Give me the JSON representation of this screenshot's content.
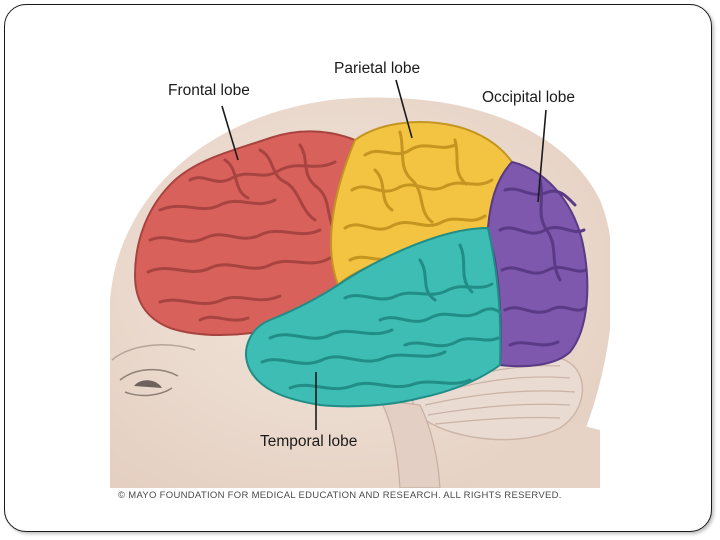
{
  "labels": {
    "frontal": "Frontal lobe",
    "parietal": "Parietal lobe",
    "occipital": "Occipital lobe",
    "temporal": "Temporal lobe"
  },
  "credit": "© MAYO FOUNDATION FOR MEDICAL EDUCATION AND RESEARCH. ALL RIGHTS RESERVED.",
  "colors": {
    "frontal": "#d9615c",
    "parietal": "#f2c441",
    "occipital": "#7d58ad",
    "temporal": "#3dbdb4",
    "cerebellum": "#e8d5cc",
    "head": "#ead9cc"
  }
}
